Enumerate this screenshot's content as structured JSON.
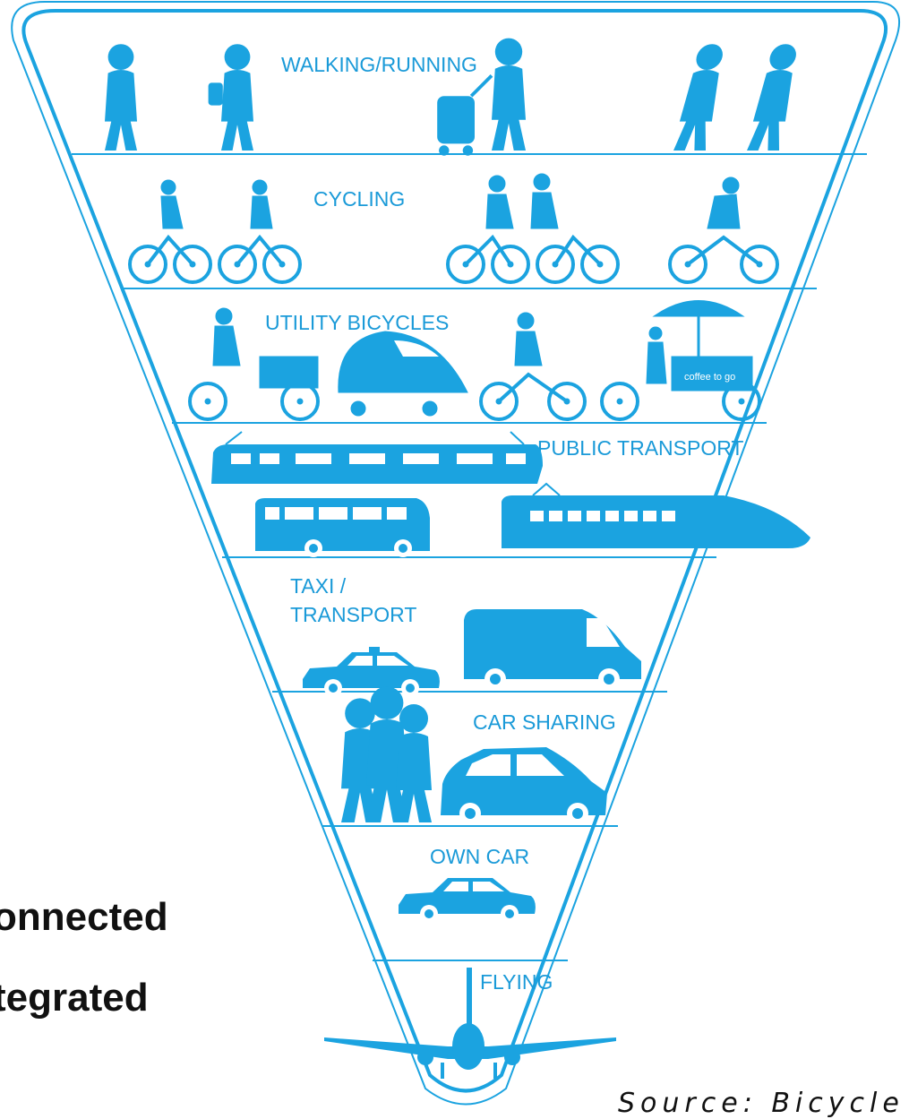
{
  "pyramid": {
    "accent_color": "#1ba3e0",
    "tiers": [
      {
        "label": "WALKING/RUNNING",
        "icons": [
          "walking-person-icon",
          "walking-person-with-bag-icon",
          "person-with-trolley-icon",
          "running-man-icon",
          "running-woman-icon"
        ]
      },
      {
        "label": "CYCLING",
        "icons": [
          "cyclist-icon",
          "cyclist-icon",
          "cyclist-icon"
        ]
      },
      {
        "label": "UTILITY BICYCLES",
        "icons": [
          "cargo-bike-icon",
          "velomobile-icon",
          "e-bike-icon",
          "coffee-cart-bike-icon"
        ]
      },
      {
        "label": "PUBLIC TRANSPORT",
        "icons": [
          "tram-icon",
          "bus-icon",
          "train-icon"
        ]
      },
      {
        "label": "TAXI /",
        "label_line2": "TRANSPORT",
        "icons": [
          "taxi-icon",
          "delivery-van-icon"
        ]
      },
      {
        "label": "CAR SHARING",
        "icons": [
          "people-group-icon",
          "hatchback-car-icon"
        ]
      },
      {
        "label": "OWN CAR",
        "icons": [
          "sedan-car-icon"
        ]
      },
      {
        "label": "FLYING",
        "icons": [
          "airplane-icon"
        ]
      }
    ],
    "coffee_cart_text": "coffee to go"
  },
  "side_text": {
    "line1": "onnected",
    "line2": "tegrated"
  },
  "source_note": "Source: Bicycle I"
}
